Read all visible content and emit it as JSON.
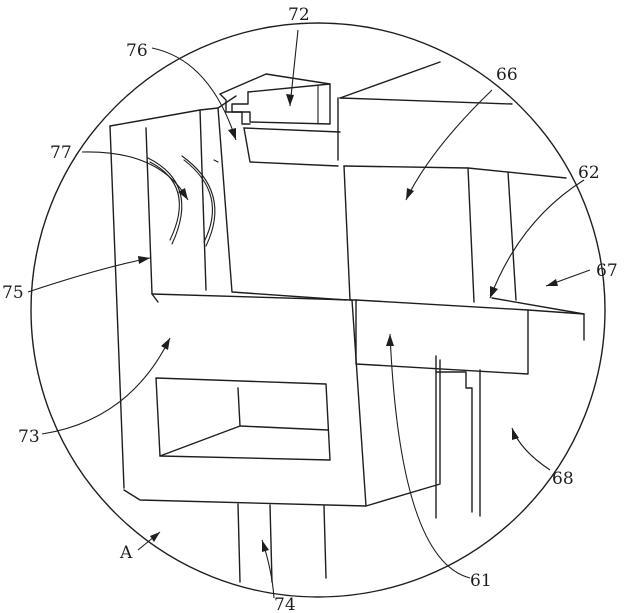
{
  "figure": {
    "detail_marker": "A",
    "labels": {
      "l61": "61",
      "l62": "62",
      "l66": "66",
      "l67": "67",
      "l68": "68",
      "l72": "72",
      "l73": "73",
      "l74": "74",
      "l75": "75",
      "l76": "76",
      "l77": "77"
    }
  }
}
